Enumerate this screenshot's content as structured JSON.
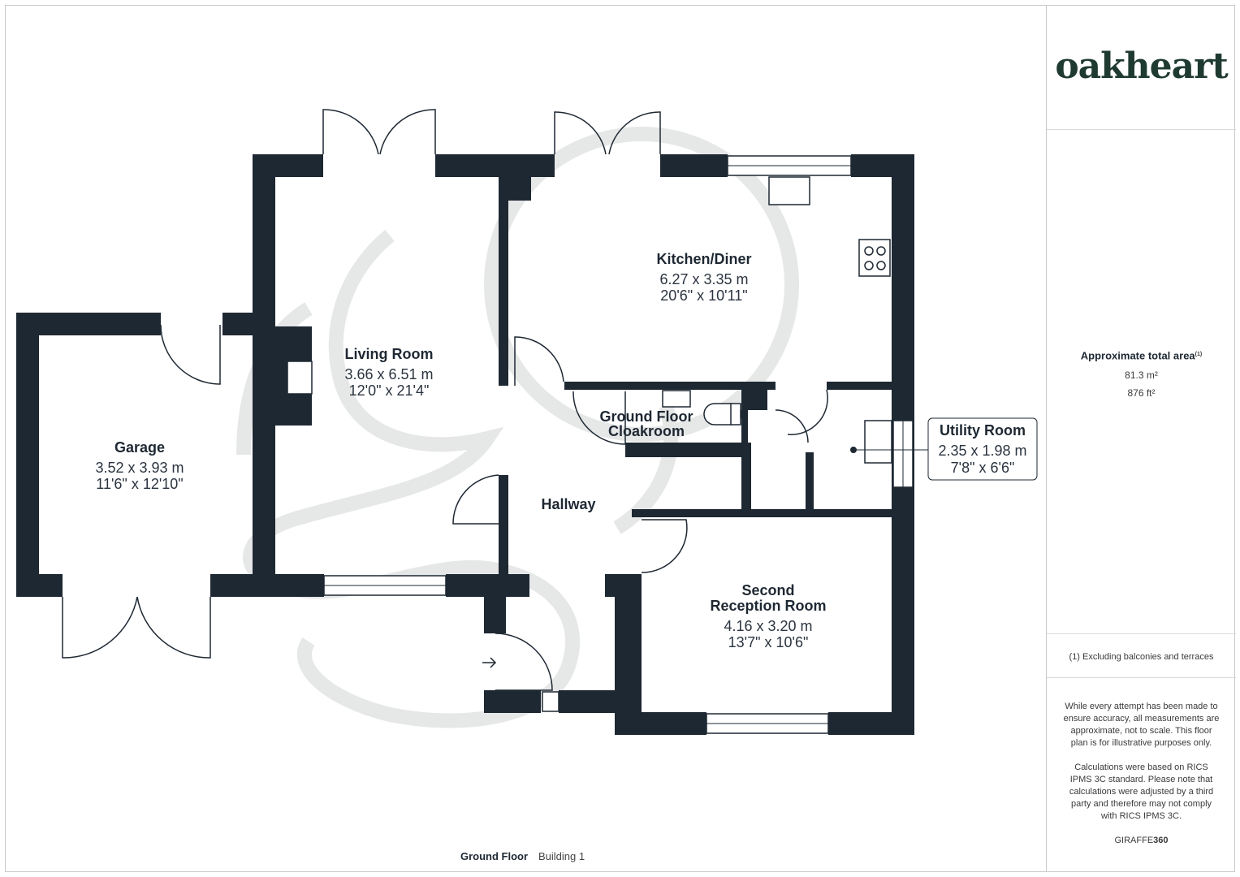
{
  "brand": {
    "name": "oakheart"
  },
  "rooms": {
    "garage": {
      "name": "Garage",
      "metric": "3.52 x 3.93 m",
      "imperial": "11'6\" x 12'10\""
    },
    "living": {
      "name": "Living Room",
      "metric": "3.66 x 6.51 m",
      "imperial": "12'0\" x 21'4\""
    },
    "kitchen": {
      "name": "Kitchen/Diner",
      "metric": "6.27 x 3.35 m",
      "imperial": "20'6\" x 10'11\""
    },
    "cloakroom": {
      "name_line1": "Ground Floor",
      "name_line2": "Cloakroom"
    },
    "utility": {
      "name": "Utility Room",
      "metric": "2.35 x 1.98 m",
      "imperial": "7'8\" x 6'6\""
    },
    "hallway": {
      "name": "Hallway"
    },
    "reception": {
      "name_line1": "Second",
      "name_line2": "Reception Room",
      "metric": "4.16 x 3.20 m",
      "imperial": "13'7\" x 10'6\""
    }
  },
  "area": {
    "label": "Approximate total area",
    "footnote_mark": "(1)",
    "metric": "81.3 m²",
    "imperial": "876 ft²"
  },
  "notes": {
    "footnote": "(1) Excluding balconies and terraces",
    "disclaimer": "While every attempt has been made to ensure accuracy, all measurements are approximate, not to scale. This floor plan is for illustrative purposes only.",
    "calculations": "Calculations were based on RICS IPMS 3C standard. Please note that calculations were adjusted by a third party and therefore may not comply with RICS IPMS 3C.",
    "credit_prefix": "GIRAFFE",
    "credit_suffix": "360"
  },
  "footer": {
    "floor": "Ground Floor",
    "building": "Building 1"
  },
  "colors": {
    "wall": "#1e2833",
    "brand": "#1f3a31",
    "watermark": "#e6e7e7",
    "border": "#c9c9c9"
  }
}
